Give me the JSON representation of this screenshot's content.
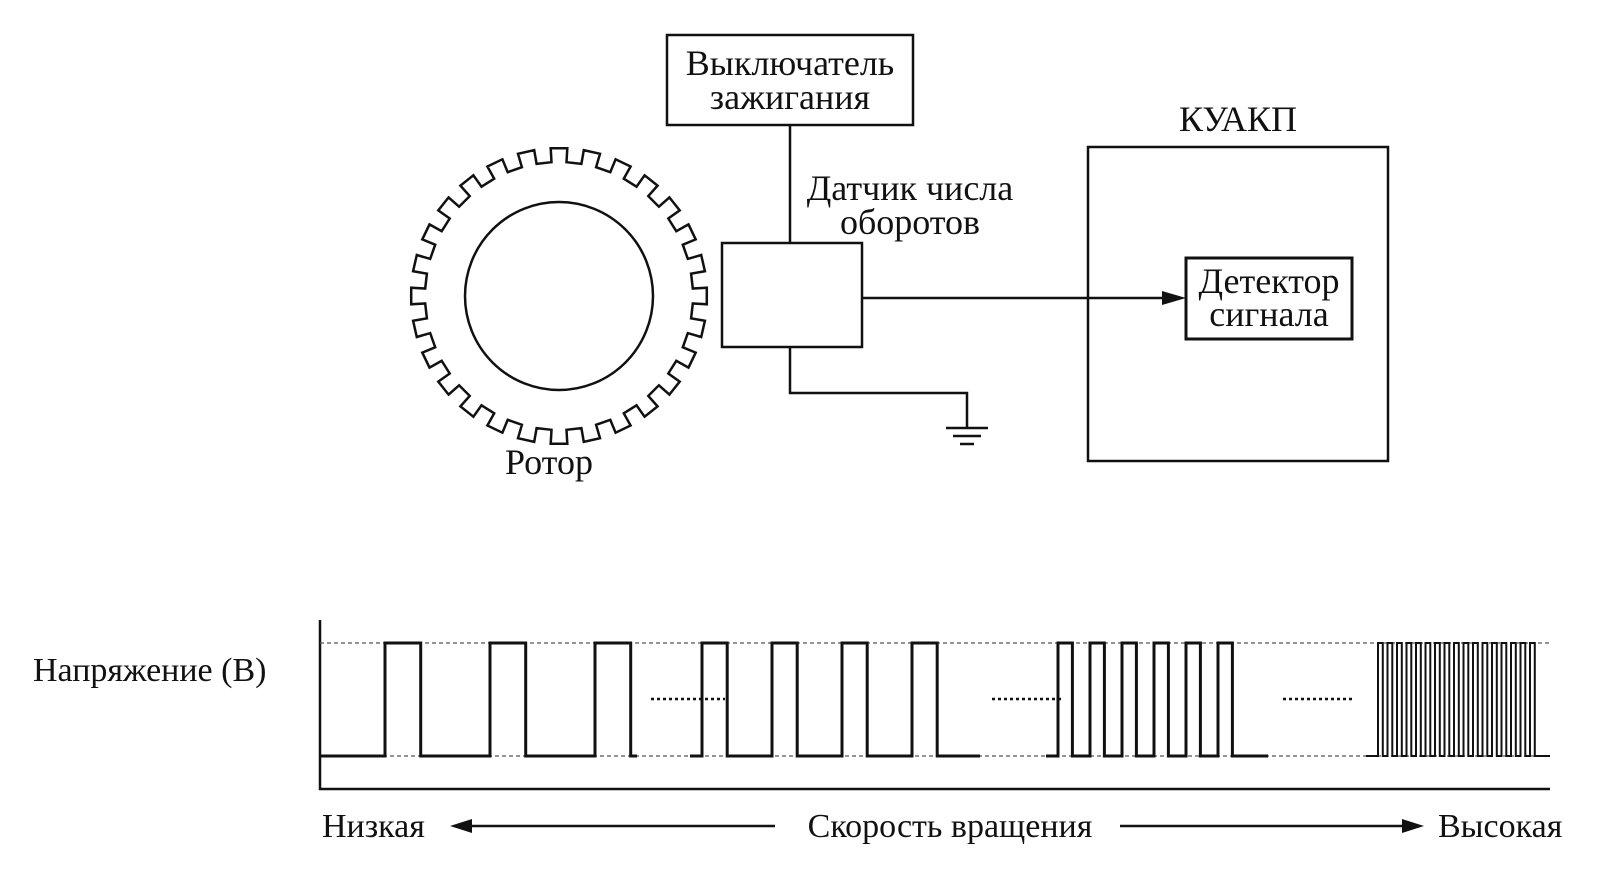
{
  "labels": {
    "ignition_line1": "Выключатель",
    "ignition_line2": "зажигания",
    "sensor_line1": "Датчик числа",
    "sensor_line2": "оборотов",
    "controller": "КУАКП",
    "detector_line1": "Детектор",
    "detector_line2": "сигнала",
    "rotor": "Ротор",
    "voltage_axis": "Напряжение (В)",
    "low": "Низкая",
    "speed": "Скорость вращения",
    "high": "Высокая"
  },
  "rotor": {
    "tooth_count": 28
  },
  "waveform": {
    "groups": [
      {
        "pulses": 3,
        "period": 105,
        "duty": 0.34
      },
      {
        "pulses": 4,
        "period": 70,
        "duty": 0.36
      },
      {
        "pulses": 6,
        "period": 32,
        "duty": 0.45
      },
      {
        "pulses": 17,
        "period": 9.5,
        "duty": 0.5
      }
    ]
  },
  "colors": {
    "ink": "#111111",
    "dash": "#555555"
  }
}
